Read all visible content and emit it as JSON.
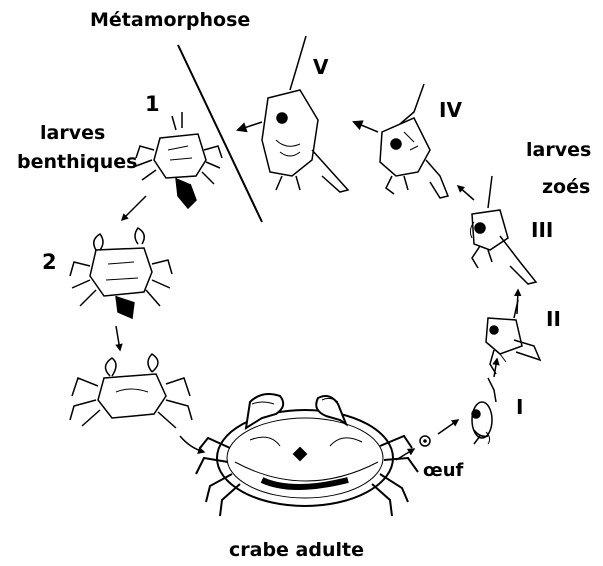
{
  "labels": {
    "metamorphose": "Métamorphose",
    "benthic_line1": "larves",
    "benthic_line2": "benthiques",
    "zoea_line1": "larves",
    "zoea_line2": "zoés",
    "stage_1": "1",
    "stage_2": "2",
    "stage_I": "I",
    "stage_II": "II",
    "stage_III": "III",
    "stage_IV": "IV",
    "stage_V": "V",
    "egg": "œuf",
    "adult": "crabe adulte"
  },
  "figures": {
    "adult": "adult-crab-drawing",
    "egg": "egg-drawing",
    "zoea_larvae": [
      "zoea-larva-I",
      "zoea-larva-II",
      "zoea-larva-III",
      "zoea-larva-IV",
      "zoea-larva-V"
    ],
    "benthic_larvae": [
      "benthic-larva-1",
      "benthic-larva-2"
    ],
    "juvenile": "juvenile-crab-drawing"
  },
  "colors": {
    "ink": "#000000",
    "background": "#ffffff"
  }
}
